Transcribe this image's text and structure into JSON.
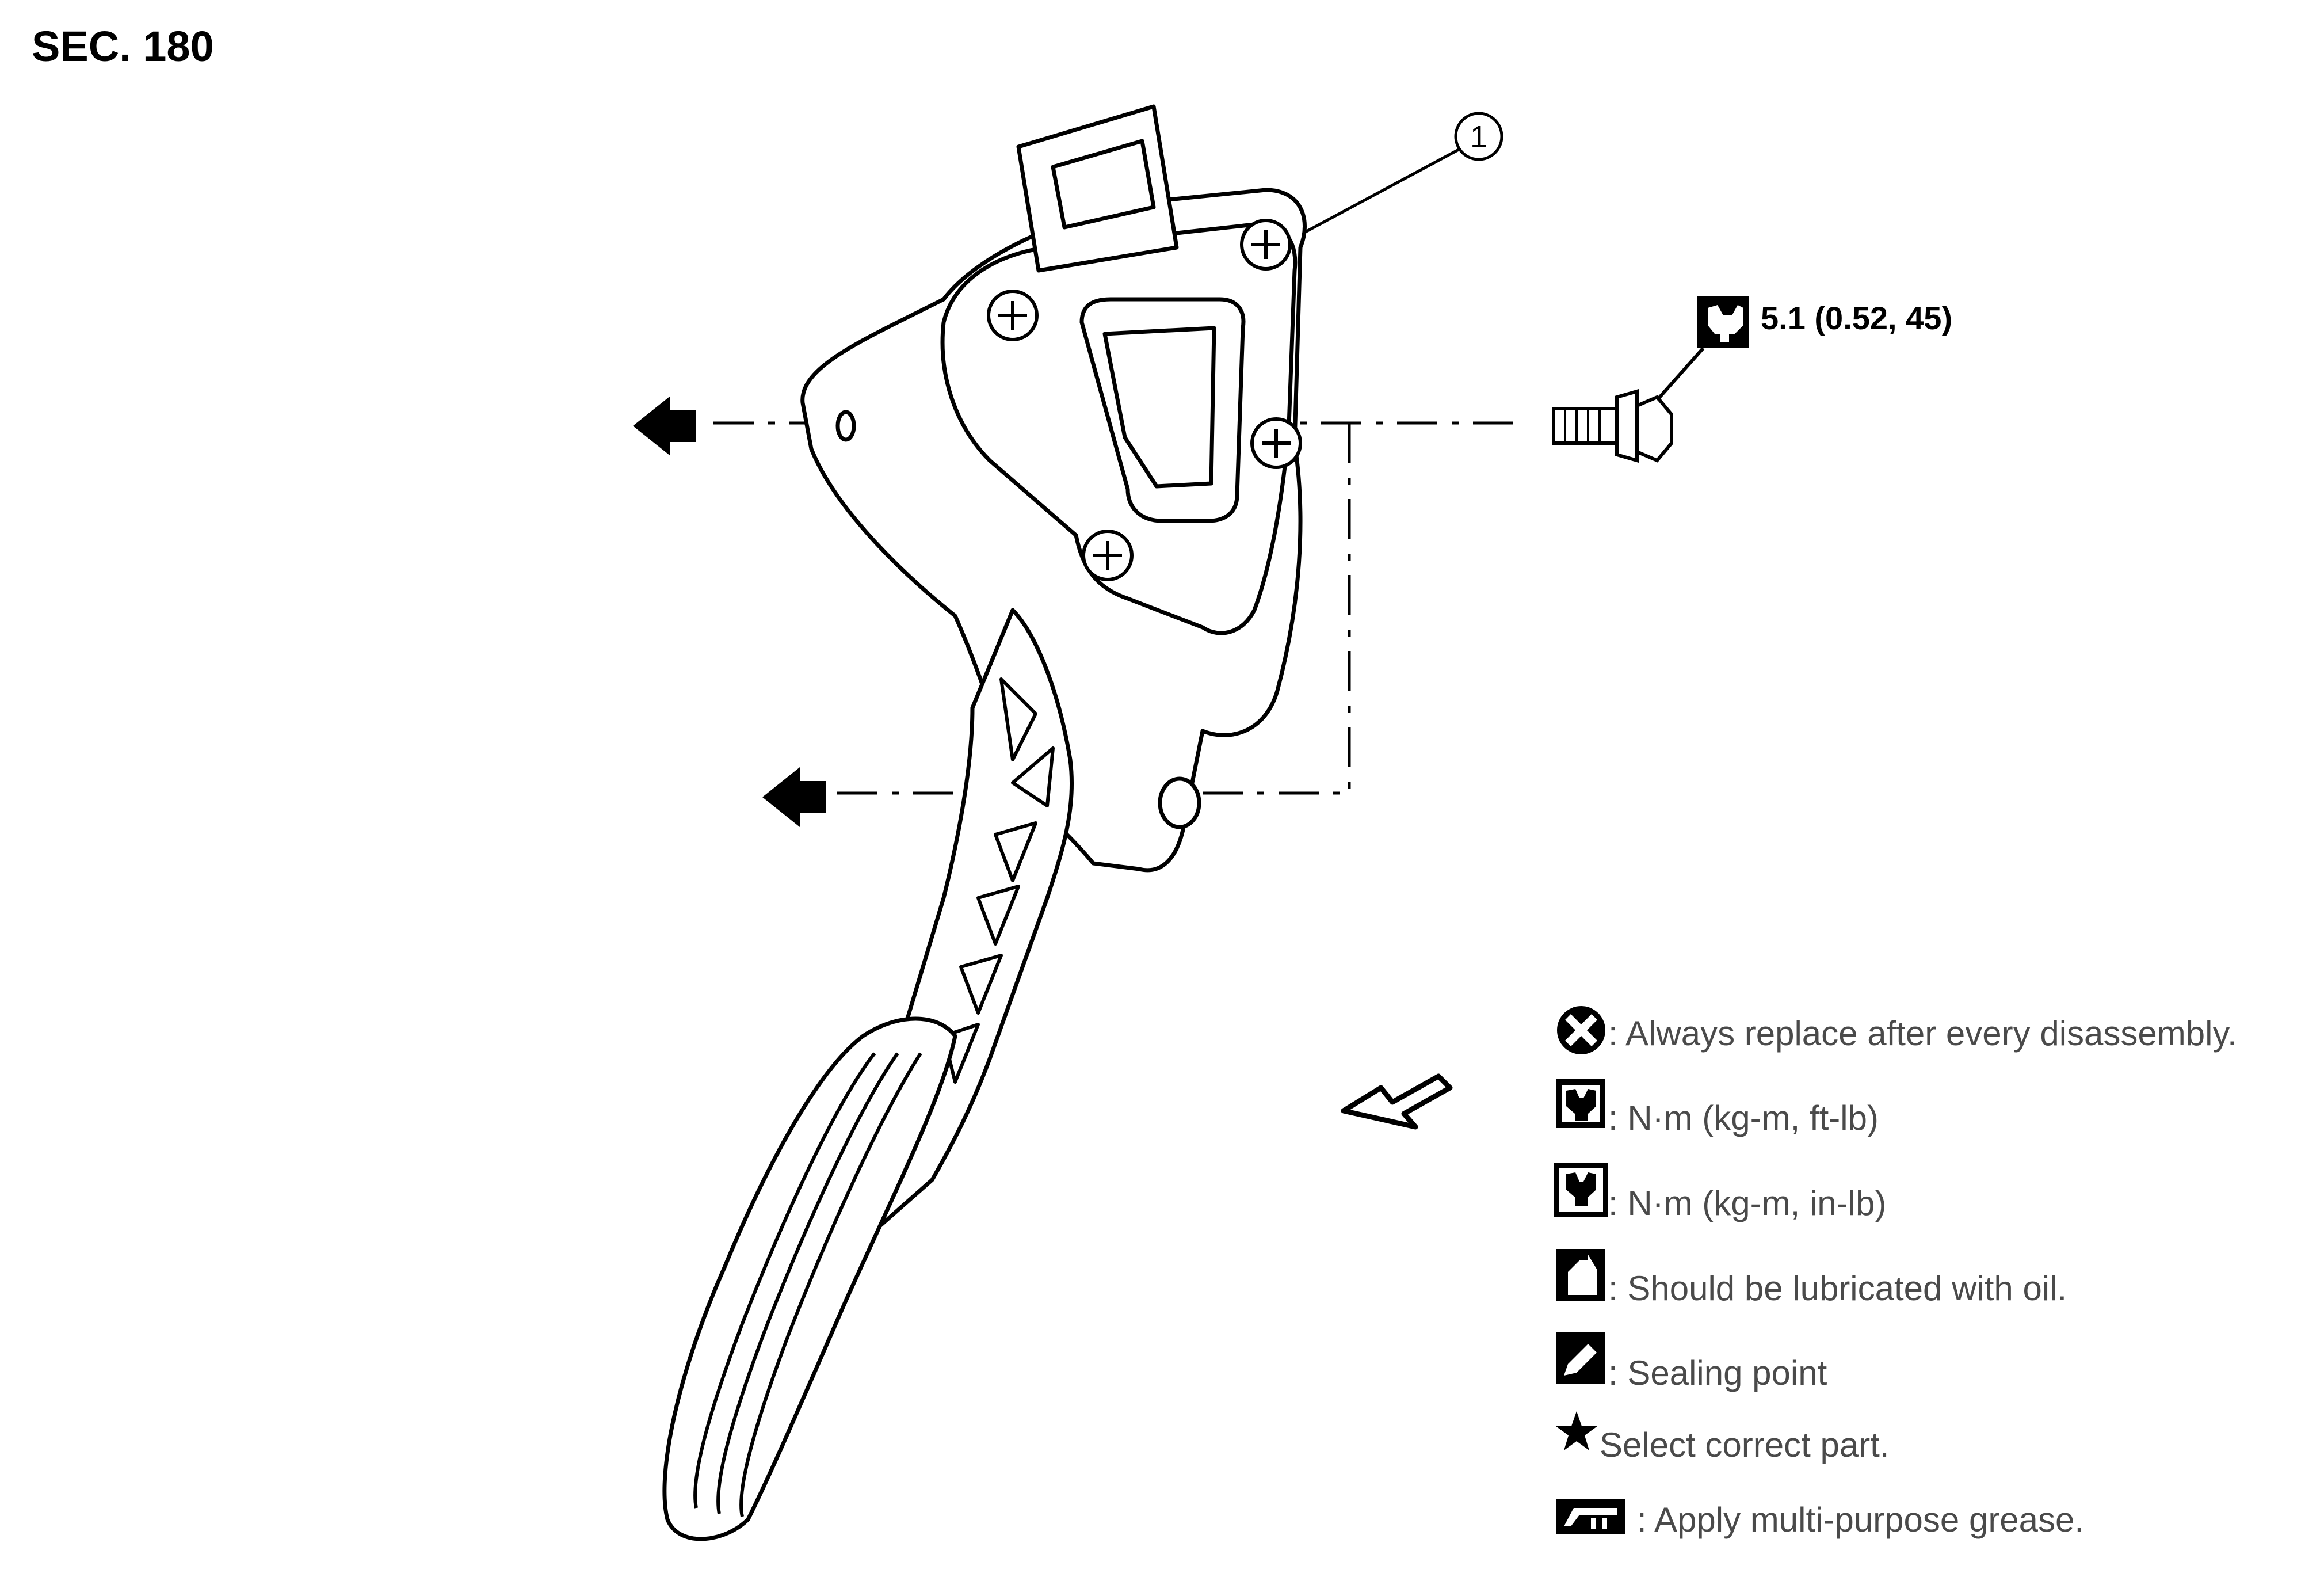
{
  "section_label": "SEC. 180",
  "callouts": [
    {
      "number": "1"
    }
  ],
  "torque_spec": "5.1 (0.52, 45)",
  "legend": [
    {
      "icon": "replace-x-icon",
      "text": ": Always replace after every disassembly."
    },
    {
      "icon": "torque-wrench-ftlb-icon",
      "text": ": N·m (kg-m, ft-lb)"
    },
    {
      "icon": "torque-wrench-inlb-icon",
      "text": ": N·m (kg-m, in-lb)"
    },
    {
      "icon": "oil-can-icon",
      "text": ": Should be lubricated with oil."
    },
    {
      "icon": "sealing-icon",
      "text": ": Sealing point"
    },
    {
      "icon": "star-icon",
      "text": "Select correct part."
    },
    {
      "icon": "grease-icon",
      "text": ": Apply multi-purpose grease."
    }
  ]
}
